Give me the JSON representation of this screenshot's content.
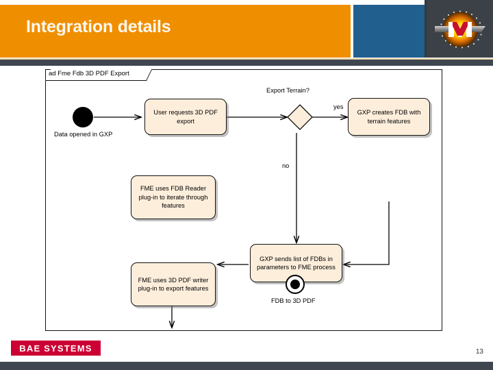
{
  "slide": {
    "title": "Integration details",
    "page_number": "13",
    "brand_logo_text": "BAE SYSTEMS",
    "logo_icon_name": "fme-logo-icon",
    "colors": {
      "header_orange": "#ef8f00",
      "header_blue": "#215f8e",
      "header_dark": "#3c4148",
      "brand_red": "#cc0033",
      "node_fill": "#fdeedb",
      "footer_dark": "#3f4650"
    }
  },
  "diagram": {
    "frame_label": "ad Fme Fdb 3D PDF Export",
    "start_node": {
      "name": "initial-node",
      "caption": "Data opened in GXP"
    },
    "end_node": {
      "name": "final-node",
      "caption": "FDB to 3D PDF"
    },
    "decision": {
      "label": "Export Terrain?",
      "branches": [
        {
          "label": "yes"
        },
        {
          "label": "no"
        }
      ]
    },
    "actions": [
      {
        "id": "user-requests",
        "label": "User requests 3D PDF export"
      },
      {
        "id": "gxp-creates-fdb",
        "label": "GXP creates FDB with terrain features"
      },
      {
        "id": "gxp-sends-list",
        "label": "GXP sends list of FDBs in parameters to FME process"
      },
      {
        "id": "fme-fdb-reader",
        "label": "FME uses FDB Reader plug-in to iterate through features"
      },
      {
        "id": "fme-3d-pdf-writer",
        "label": "FME uses 3D PDF writer plug-in to export features"
      }
    ]
  }
}
